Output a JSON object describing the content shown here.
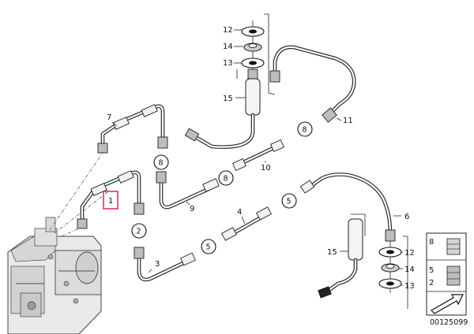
{
  "diagram": {
    "callouts": {
      "c1": "1",
      "c2": "2",
      "c3": "3",
      "c4": "4",
      "c5a": "5",
      "c5b": "5",
      "c6": "6",
      "c7": "7",
      "c8a": "8",
      "c8b": "8",
      "c8c": "8",
      "c9": "9",
      "c10": "10",
      "c11": "11",
      "c12a": "12",
      "c13a": "13",
      "c14a": "14",
      "c15a": "15",
      "c12b": "12",
      "c13b": "13",
      "c14b": "14",
      "c15b": "15"
    },
    "legend": {
      "row1": "8",
      "row2": "5",
      "row3": "2"
    },
    "highlight_color": "#e0307a",
    "line_color": "#2a2a2a",
    "drawing_number": "00125099"
  }
}
